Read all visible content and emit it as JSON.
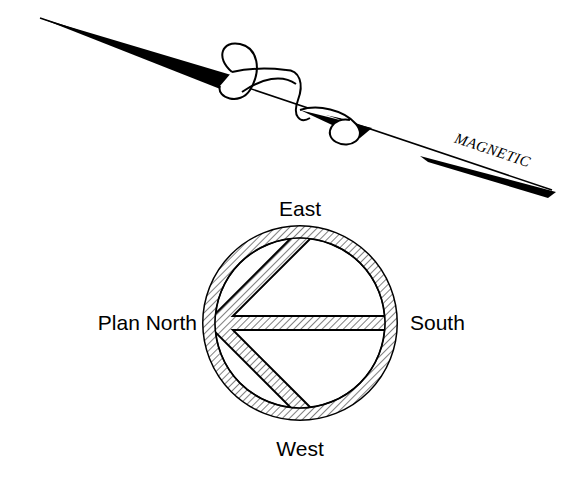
{
  "diagram": {
    "labels": [
      "MAGNETIC",
      "East",
      "Plan North",
      "South",
      "West"
    ]
  }
}
